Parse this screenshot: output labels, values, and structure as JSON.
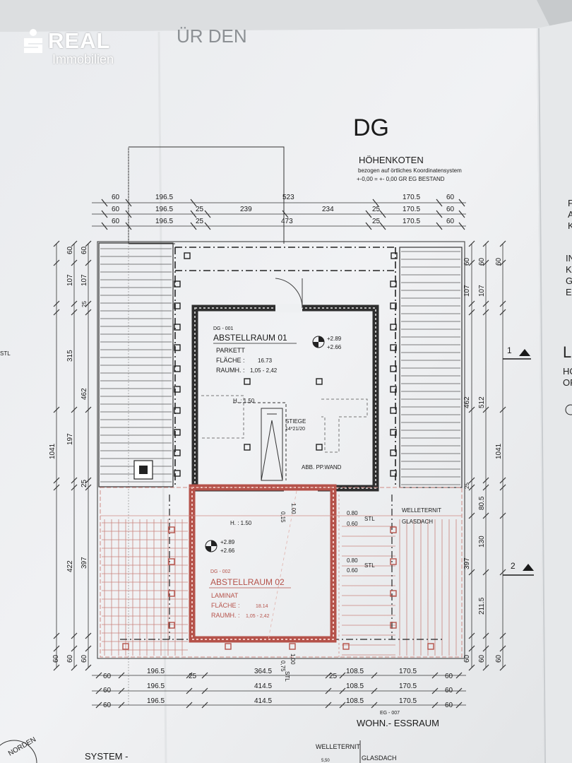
{
  "logo": {
    "brand": "REAL",
    "sub": "Immobilien"
  },
  "header": {
    "top_partial": "ÜR DEN",
    "title": "DG",
    "subtitle": "HÖHENKOTEN",
    "note1": "bezogen auf örtliches Koordinatensystem",
    "note2": "+-0,00 = +- 0,00 GR EG BESTAND"
  },
  "dims_top": {
    "row1": [
      "60",
      "196.5",
      "523",
      "170.5",
      "60"
    ],
    "row2": [
      "60",
      "196.5",
      "25",
      "239",
      "234",
      "25",
      "170.5",
      "60"
    ],
    "row3": [
      "60",
      "196.5",
      "25",
      "473",
      "25",
      "170.5",
      "60"
    ]
  },
  "dims_bottom": {
    "row1": [
      "60",
      "196.5",
      "25",
      "364.5",
      "25",
      "108.5",
      "170.5",
      "60"
    ],
    "row2": [
      "60",
      "196.5",
      "414.5",
      "108.5",
      "170.5",
      "60"
    ],
    "row3": [
      "60",
      "196.5",
      "414.5",
      "108.5",
      "170.5",
      "60"
    ]
  },
  "dims_left": {
    "total": "1041",
    "col2": [
      "60",
      "107",
      "315",
      "197",
      "422",
      "60"
    ],
    "col3": [
      "60",
      "107",
      "462",
      "25",
      "397",
      "60"
    ],
    "col4": [
      "60",
      "25",
      "25",
      "60"
    ]
  },
  "dims_right": {
    "total": "1041",
    "col1": [
      "60",
      "107",
      "462",
      "25",
      "397",
      "60"
    ],
    "col2": [
      "60",
      "107",
      "512",
      "80.5",
      "130",
      "211.5",
      "60"
    ],
    "small": [
      "60",
      "25",
      "25",
      "60"
    ]
  },
  "room1": {
    "id": "DG - 001",
    "name": "ABSTELLRAUM 01",
    "floor": "PARKETT",
    "area_label": "FLÄCHE :",
    "area": "16.73",
    "height_label": "RAUMH. :",
    "height": "1,05 - 2,42",
    "level_a": "+2.89",
    "level_b": "+2.66"
  },
  "room2": {
    "id": "DG - 002",
    "name": "ABSTELLRAUM 02",
    "floor": "LAMINAT",
    "area_label": "FLÄCHE :",
    "area": "18.14",
    "height_label": "RAUMH. :",
    "height": "1,05 - 2,42",
    "level_a": "+2.89",
    "level_b": "+2.66"
  },
  "annotations": {
    "h150a": "H. : 1.50",
    "h150b": "H. : 1.50",
    "stiege": "STIEGE",
    "stiege_dim": "14*21/20",
    "abb_wand": "ABB. PP.WAND",
    "welleternit": "WELLETERNIT",
    "glasdach": "GLASDACH",
    "w080a": "0.80",
    "w060a": "0.60",
    "stl_a": "STL",
    "w080b": "0.80",
    "w060b": "0.60",
    "stl_b": "STL",
    "stl_left": "STL",
    "stl_bottom": "STL",
    "vert_100": "1.00",
    "vert_015": "0,15",
    "vert_075": "0,75",
    "vert_100b": "1.00"
  },
  "bottom": {
    "eg_label": "EG - 007",
    "wohn": "WOHN.- ESSRAUM",
    "system": "SYSTEM -",
    "welleternit": "WELLETERNIT",
    "glasdach": "GLASDACH",
    "norden": "NORDEN",
    "l1": "5,50"
  },
  "section_markers": {
    "m1": "1",
    "m2": "2"
  },
  "right_edge": [
    "F",
    "A",
    "K",
    "IN",
    "K",
    "G",
    "E",
    "L",
    "HO",
    "OR"
  ]
}
